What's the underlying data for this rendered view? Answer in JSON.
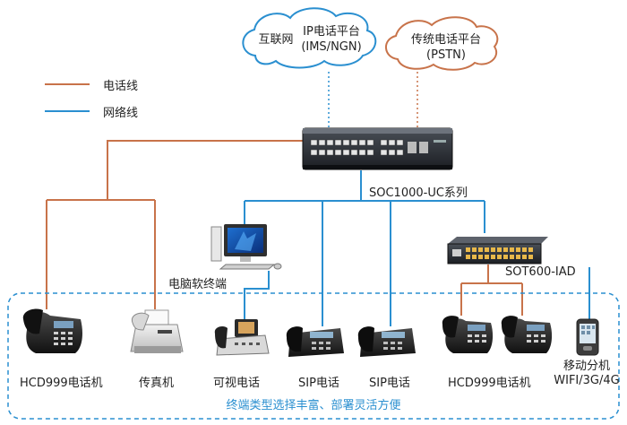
{
  "clouds": {
    "ip_left": "互联网",
    "ip_line1": "IP电话平台",
    "ip_line2": "(IMS/NGN)",
    "pstn_line1": "传统电话平台",
    "pstn_line2": "(PSTN)"
  },
  "legend": {
    "phone_line": "电话线",
    "network_line": "网络线",
    "phone_color": "#c8734a",
    "network_color": "#2a8fd0"
  },
  "devices": {
    "switch_label": "SOC1000-UC系列",
    "iad_label": "SOT600-IAD",
    "pc_label": "电脑软终端"
  },
  "terminals": [
    {
      "label": "HCD999电话机",
      "icon": "desk-phone-icon"
    },
    {
      "label": "传真机",
      "icon": "fax-icon"
    },
    {
      "label": "可视电话",
      "icon": "video-phone-icon"
    },
    {
      "label": "SIP电话",
      "icon": "sip-phone-icon"
    },
    {
      "label": "SIP电话",
      "icon": "sip-phone-icon"
    },
    {
      "label": "HCD999电话机",
      "icon": "desk-phone-icon"
    }
  ],
  "mobile": {
    "line1": "移动分机",
    "line2": "WIFI/3G/4G"
  },
  "caption": "终端类型选择丰富、部署灵活方便"
}
